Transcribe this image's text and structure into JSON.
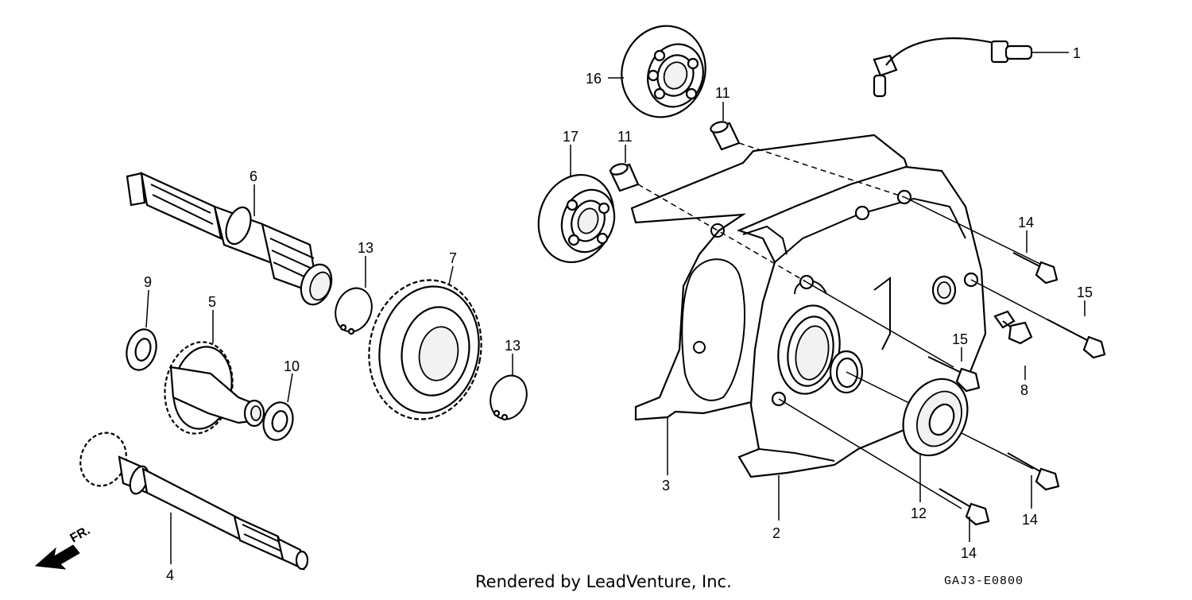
{
  "diagram": {
    "callouts": [
      {
        "id": "1",
        "text": "1"
      },
      {
        "id": "2",
        "text": "2"
      },
      {
        "id": "3",
        "text": "3"
      },
      {
        "id": "4",
        "text": "4"
      },
      {
        "id": "5",
        "text": "5"
      },
      {
        "id": "6",
        "text": "6"
      },
      {
        "id": "7",
        "text": "7"
      },
      {
        "id": "8",
        "text": "8"
      },
      {
        "id": "9",
        "text": "9"
      },
      {
        "id": "10",
        "text": "10"
      },
      {
        "id": "11a",
        "text": "11"
      },
      {
        "id": "11b",
        "text": "11"
      },
      {
        "id": "12",
        "text": "12"
      },
      {
        "id": "13a",
        "text": "13"
      },
      {
        "id": "13b",
        "text": "13"
      },
      {
        "id": "14a",
        "text": "14"
      },
      {
        "id": "14b",
        "text": "14"
      },
      {
        "id": "14c",
        "text": "14"
      },
      {
        "id": "15a",
        "text": "15"
      },
      {
        "id": "15b",
        "text": "15"
      },
      {
        "id": "16",
        "text": "16"
      },
      {
        "id": "17",
        "text": "17"
      }
    ],
    "front_marker": "FR.",
    "footer_credit": "Rendered by LeadVenture, Inc.",
    "diagram_code": "GAJ3-E0800"
  }
}
